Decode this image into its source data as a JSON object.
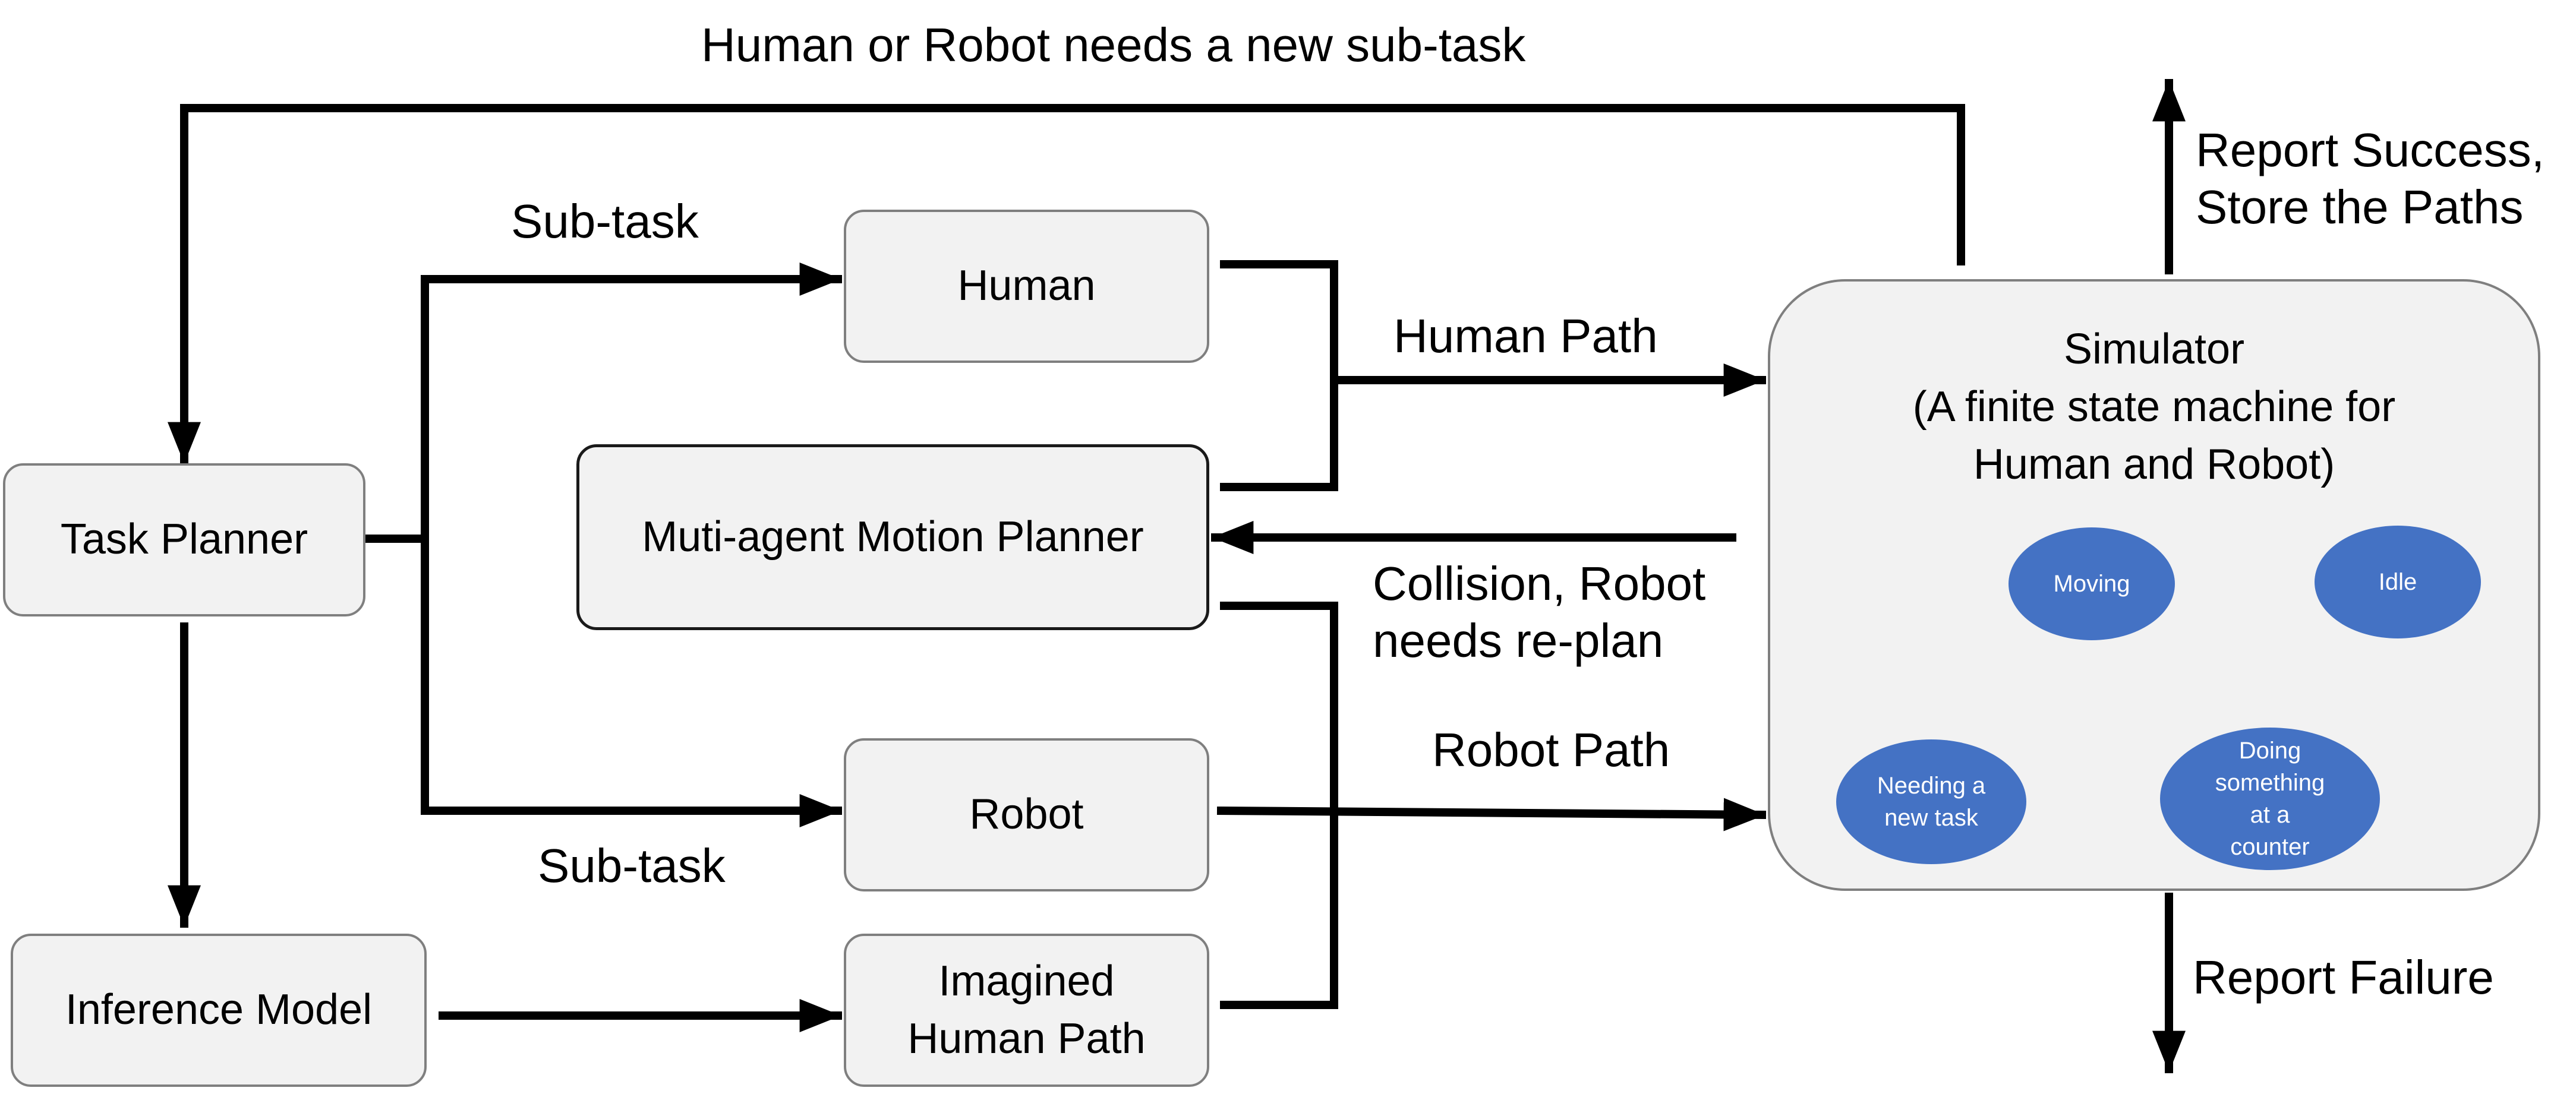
{
  "colors": {
    "state_fill": "#4472c4",
    "box_fill": "#f2f2f2",
    "box_border": "#7f7f7f",
    "line": "#000000"
  },
  "boxes": {
    "task_planner": "Task Planner",
    "human": "Human",
    "motion_planner": "Muti-agent Motion Planner",
    "robot": "Robot",
    "inference_model": "Inference Model",
    "imagined_path_1": "Imagined",
    "imagined_path_2": "Human Path"
  },
  "simulator": {
    "title_1": "Simulator",
    "title_2": "(A finite state machine for",
    "title_3": "Human and Robot)",
    "states": {
      "moving": "Moving",
      "idle": "Idle",
      "needing_1": "Needing a",
      "needing_2": "new task",
      "doing_1": "Doing",
      "doing_2": "something",
      "doing_3": "at a",
      "doing_4": "counter"
    }
  },
  "labels": {
    "new_subtask": "Human or Robot needs a new sub-task",
    "subtask_top": "Sub-task",
    "subtask_bottom": "Sub-task",
    "human_path": "Human Path",
    "robot_path": "Robot Path",
    "collision_1": "Collision, Robot",
    "collision_2": "needs re-plan",
    "report_success_1": "Report Success,",
    "report_success_2": "Store the Paths",
    "report_failure": "Report Failure"
  }
}
